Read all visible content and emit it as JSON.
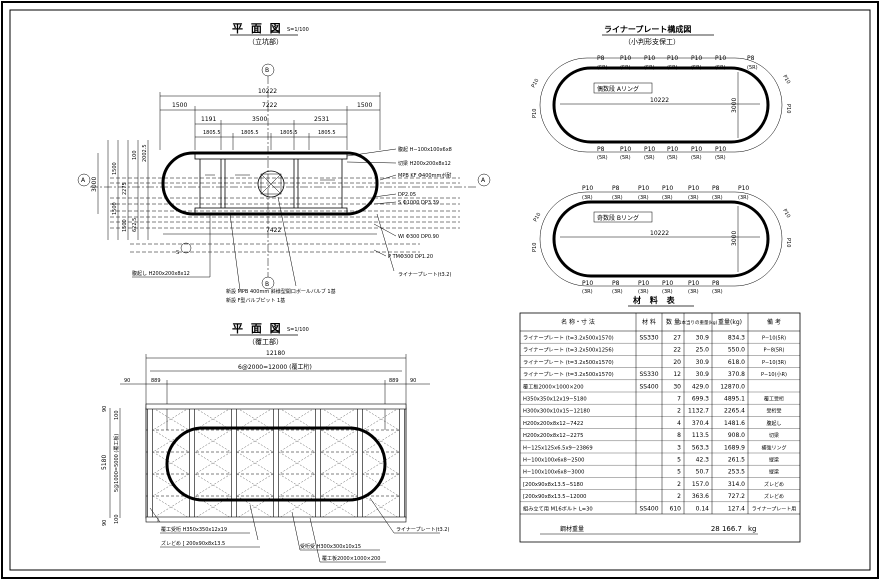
{
  "plan_top": {
    "title": "平 面 図",
    "scale": "S=1/100",
    "subtitle": "（立坑部）",
    "dims": {
      "overall": "10222",
      "end_left": "1500",
      "center": "7222",
      "end_right": "1500",
      "d1191": "1191",
      "d3500": "3500",
      "d2531": "2531",
      "d1805_1": "1805.5",
      "d1805_2": "1805.5",
      "d1805_3": "1805.5",
      "d1805_4": "1805.5",
      "bottom": "7422",
      "height": "3000",
      "left_v1": "1500",
      "left_v2": "1500",
      "left_v3": "2275",
      "left_v4": "100",
      "left_v5": "2002.5",
      "left_v6": "1500",
      "left_v7": "622.5"
    },
    "section_marks": {
      "a": "A",
      "b": "B"
    },
    "callouts": [
      "腹起 H−100x100x6x8",
      "切梁 H200x200x8x12",
      "MPB KF Φ400mmボ耐",
      "DP2.05",
      "S Φ1000 DP3.39",
      "Wl Φ300 DP0.90",
      "P TMΦ300 DP1.20",
      "ライナープレート(t3.2)",
      "腹起し H200x200x8x12",
      "新設 MPB 400mm 斜様型開口ボールバルブ 1基",
      "新設 F型バルブピット 1基"
    ]
  },
  "liner": {
    "title": "ライナープレート構成図",
    "subtitle": "（小判形支保工）",
    "ring_a": {
      "label": "偶数段 Aリング",
      "width": "10222",
      "height": "3000",
      "top_labels": [
        "P8",
        "P10",
        "P10",
        "P10",
        "P10",
        "P10",
        "P8"
      ],
      "top_sub": [
        "(5R)",
        "(5R)",
        "(5R)",
        "(5R)",
        "(5R)",
        "(5R)",
        "(5R)"
      ],
      "side_labels": [
        "P10",
        "P10",
        "P10",
        "P10"
      ]
    },
    "ring_b": {
      "label": "奇数段 Bリング",
      "width": "10222",
      "height": "3000",
      "top_labels": [
        "P10",
        "P8",
        "P10",
        "P10",
        "P10",
        "P8",
        "P10"
      ],
      "top_sub": [
        "(3R)",
        "(3R)",
        "(3R)",
        "(3R)",
        "(3R)",
        "(3R)",
        "(3R)"
      ],
      "side_labels": [
        "P10",
        "P10",
        "P10",
        "P10"
      ]
    }
  },
  "table": {
    "title": "材 料 表",
    "headers": [
      "名 称・寸 法",
      "材 料",
      "数 量",
      "1本当りの重量(kg)",
      "重量(kg)",
      "備 考"
    ],
    "rows": [
      [
        "ライナープレート (t=3.2x500x1570)",
        "SS330",
        "27",
        "30.9",
        "834.3",
        "P−10(5R)"
      ],
      [
        "ライナープレート (t=3.2x500x1256)",
        "",
        "22",
        "25.0",
        "550.0",
        "P−8(5R)"
      ],
      [
        "ライナープレート (t=3.2x500x1570)",
        "",
        "20",
        "30.9",
        "618.0",
        "P−10(3R)"
      ],
      [
        "ライナープレート (t=3.2x500x1570)",
        "SS330",
        "12",
        "30.9",
        "370.8",
        "P−10(小R)"
      ],
      [
        "覆工板2000×1000×200",
        "SS400",
        "30",
        "429.0",
        "12870.0",
        ""
      ],
      [
        "H350x350x12x19−5180",
        "",
        "7",
        "699.3",
        "4895.1",
        "覆工受桁"
      ],
      [
        "H300x300x10x15−12180",
        "",
        "2",
        "1132.7",
        "2265.4",
        "受桁受"
      ],
      [
        "H200x200x8x12−7422",
        "",
        "4",
        "370.4",
        "1481.6",
        "腹起し"
      ],
      [
        "H200x200x8x12−2275",
        "",
        "8",
        "113.5",
        "908.0",
        "切梁"
      ],
      [
        "H−125x125x6.5x9−23869",
        "",
        "3",
        "563.3",
        "1689.9",
        "補強リング"
      ],
      [
        "H−100x100x6x8−2500",
        "",
        "5",
        "42.3",
        "261.5",
        "縦梁"
      ],
      [
        "H−100x100x6x8−3000",
        "",
        "5",
        "50.7",
        "253.5",
        "縦梁"
      ],
      [
        "[200x90x8x13.5−5180",
        "",
        "2",
        "157.0",
        "314.0",
        "ズレどめ"
      ],
      [
        "[200x90x8x13.5−12000",
        "",
        "2",
        "363.6",
        "727.2",
        "ズレどめ"
      ],
      [
        "組み立て用 M16ボルト L=30",
        "SS400",
        "610",
        "0.14",
        "127.4",
        "ライナープレート用"
      ]
    ],
    "total_label": "鋼材重量",
    "total_value": "28 166.7",
    "total_unit": "kg"
  },
  "plan_bottom": {
    "title": "平 面 図",
    "scale": "S=1/100",
    "subtitle": "（覆工部）",
    "dims": {
      "overall": "12180",
      "sub": "6@2000=12000 (覆工桁)",
      "left_edge": "90",
      "right_edge": "90",
      "inner_left": "889",
      "inner_right": "889",
      "height": "5180",
      "height_sub": "5@1000=5000 (覆工板)",
      "top_v": "90",
      "mid_v": "100",
      "bot_v": "90",
      "bot_v2": "100"
    },
    "callouts": [
      "覆工受桁 H350x350x12x19",
      "ズレどめ [ 200x90x8x13.5",
      "受桁受 H300x300x10x15",
      "覆工板2000×1000×200",
      "ライナープレート(t3.2)"
    ]
  }
}
